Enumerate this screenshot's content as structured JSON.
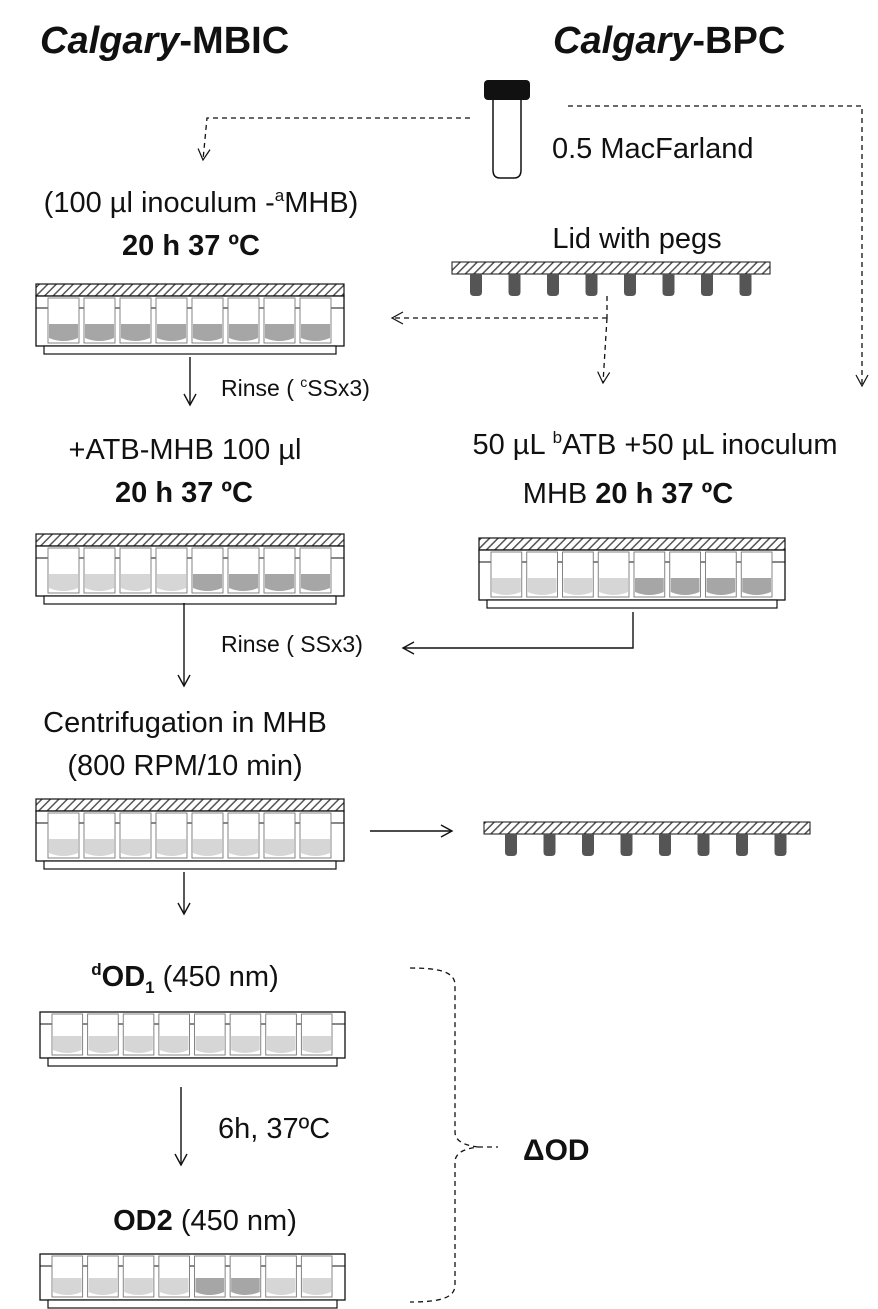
{
  "headers": {
    "left_italic": "Calgary",
    "left_rest": "-MBIC",
    "right_italic": "Calgary",
    "right_rest": "-BPC"
  },
  "labels": {
    "macfarland": "0.5 MacFarland",
    "inoculum_pre": "(100 µl inoculum -",
    "inoculum_sup": "a",
    "inoculum_post": "MHB)",
    "incubation": "20 h 37 ºC",
    "lid_with_pegs": "Lid with pegs",
    "rinse1_pre": "Rinse ( ",
    "rinse1_sup": "c",
    "rinse1_post": "SSx3)",
    "atb_mhb": "+ATB-MHB 100 µl",
    "bpc_line1_pre": "50 µL ",
    "bpc_line1_sup": "b",
    "bpc_line1_post": "ATB +50 µL inoculum",
    "bpc_line2_normal": "MHB ",
    "rinse2": "Rinse ( SSx3)",
    "centrifugation": "Centrifugation in MHB",
    "centrifugation_params": "(800 RPM/10 min)",
    "od1_sup": "d",
    "od1_main": "OD",
    "od1_sub": "1",
    "od1_rest": " (450 nm)",
    "incubation_6h": "6h, 37ºC",
    "od2_bold": "OD2",
    "od2_rest": " (450 nm)",
    "delta_od": "ΔOD"
  },
  "colors": {
    "line": "#111111",
    "dark_fill": "#a6a6a6",
    "light_fill": "#d6d6d6",
    "peg": "#555555",
    "hatch": "#555555"
  }
}
